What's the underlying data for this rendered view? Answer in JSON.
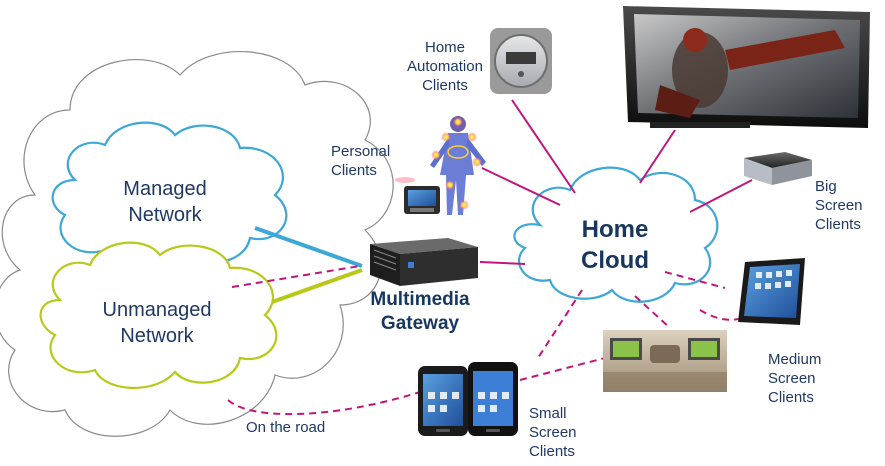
{
  "labels": {
    "home_automation": "Home\nAutomation\nClients",
    "personal": "Personal\nClients",
    "big_screen": "Big\nScreen\nClients",
    "medium_screen": "Medium\nScreen\nClients",
    "small_screen": "Small\nScreen\nClients",
    "on_the_road": "On the road",
    "managed_network": "Managed\nNetwork",
    "unmanaged_network": "Unmanaged\nNetwork",
    "gateway": "Multimedia\nGateway",
    "home_cloud": "Home\nCloud"
  },
  "colors": {
    "magenta_link": "#c0157a",
    "managed_outline": "#3da7d6",
    "unmanaged_outline": "#b8c91a",
    "outer_cloud": "#8a8a8a",
    "text": "#1f3864"
  },
  "icons": {
    "meter": "smart-meter-icon",
    "body": "body-sensor-figure-icon",
    "personal_device": "personal-device-icon",
    "tv": "flat-tv-icon",
    "settop": "set-top-box-icon",
    "gateway": "gateway-box-icon",
    "tablet": "tablet-icon",
    "car_screen": "car-headrest-screens-icon",
    "phones": "smartphones-icon"
  }
}
